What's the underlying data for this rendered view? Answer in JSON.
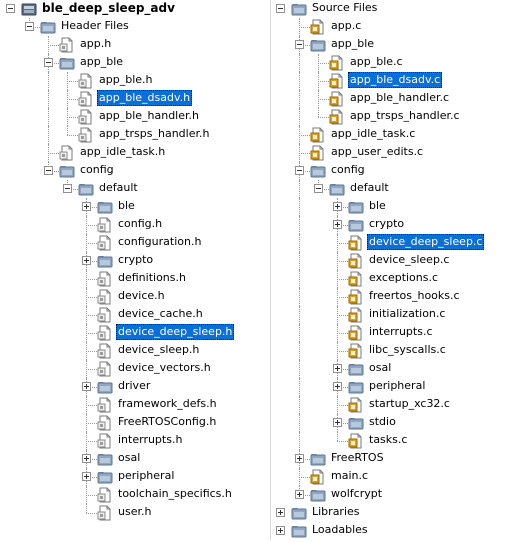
{
  "left_tree": [
    {
      "label": "ble_deep_sleep_adv",
      "icon": "project",
      "depth": 0,
      "expander": "minus",
      "bold": true
    },
    {
      "label": "Header Files",
      "icon": "folder",
      "depth": 1,
      "expander": "minus"
    },
    {
      "label": "app.h",
      "icon": "file-h",
      "depth": 2
    },
    {
      "label": "app_ble",
      "icon": "folder",
      "depth": 2,
      "expander": "minus"
    },
    {
      "label": "app_ble.h",
      "icon": "file-h",
      "depth": 3
    },
    {
      "label": "app_ble_dsadv.h",
      "icon": "file-h",
      "depth": 3,
      "selected": true
    },
    {
      "label": "app_ble_handler.h",
      "icon": "file-h",
      "depth": 3
    },
    {
      "label": "app_trsps_handler.h",
      "icon": "file-h",
      "depth": 3
    },
    {
      "label": "app_idle_task.h",
      "icon": "file-h",
      "depth": 2
    },
    {
      "label": "config",
      "icon": "folder",
      "depth": 2,
      "expander": "minus"
    },
    {
      "label": "default",
      "icon": "folder",
      "depth": 3,
      "expander": "minus"
    },
    {
      "label": "ble",
      "icon": "folder",
      "depth": 4,
      "expander": "plus"
    },
    {
      "label": "config.h",
      "icon": "file-h",
      "depth": 4
    },
    {
      "label": "configuration.h",
      "icon": "file-h",
      "depth": 4
    },
    {
      "label": "crypto",
      "icon": "folder",
      "depth": 4,
      "expander": "plus"
    },
    {
      "label": "definitions.h",
      "icon": "file-h",
      "depth": 4
    },
    {
      "label": "device.h",
      "icon": "file-h",
      "depth": 4
    },
    {
      "label": "device_cache.h",
      "icon": "file-h",
      "depth": 4
    },
    {
      "label": "device_deep_sleep.h",
      "icon": "file-h",
      "depth": 4,
      "selected": true
    },
    {
      "label": "device_sleep.h",
      "icon": "file-h",
      "depth": 4
    },
    {
      "label": "device_vectors.h",
      "icon": "file-h",
      "depth": 4
    },
    {
      "label": "driver",
      "icon": "folder",
      "depth": 4,
      "expander": "plus"
    },
    {
      "label": "framework_defs.h",
      "icon": "file-h",
      "depth": 4
    },
    {
      "label": "FreeRTOSConfig.h",
      "icon": "file-h",
      "depth": 4
    },
    {
      "label": "interrupts.h",
      "icon": "file-h",
      "depth": 4
    },
    {
      "label": "osal",
      "icon": "folder",
      "depth": 4,
      "expander": "plus"
    },
    {
      "label": "peripheral",
      "icon": "folder",
      "depth": 4,
      "expander": "plus"
    },
    {
      "label": "toolchain_specifics.h",
      "icon": "file-h",
      "depth": 4
    },
    {
      "label": "user.h",
      "icon": "file-h",
      "depth": 4
    }
  ],
  "right_tree": [
    {
      "label": "Source Files",
      "icon": "folder",
      "depth": 0,
      "expander": "minus"
    },
    {
      "label": "app.c",
      "icon": "file-c",
      "depth": 1
    },
    {
      "label": "app_ble",
      "icon": "folder",
      "depth": 1,
      "expander": "minus"
    },
    {
      "label": "app_ble.c",
      "icon": "file-c",
      "depth": 2
    },
    {
      "label": "app_ble_dsadv.c",
      "icon": "file-c",
      "depth": 2,
      "selected": true
    },
    {
      "label": "app_ble_handler.c",
      "icon": "file-c",
      "depth": 2
    },
    {
      "label": "app_trsps_handler.c",
      "icon": "file-c",
      "depth": 2
    },
    {
      "label": "app_idle_task.c",
      "icon": "file-c",
      "depth": 1
    },
    {
      "label": "app_user_edits.c",
      "icon": "file-c",
      "depth": 1
    },
    {
      "label": "config",
      "icon": "folder",
      "depth": 1,
      "expander": "minus"
    },
    {
      "label": "default",
      "icon": "folder",
      "depth": 2,
      "expander": "minus"
    },
    {
      "label": "ble",
      "icon": "folder",
      "depth": 3,
      "expander": "plus"
    },
    {
      "label": "crypto",
      "icon": "folder",
      "depth": 3,
      "expander": "plus"
    },
    {
      "label": "device_deep_sleep.c",
      "icon": "file-c",
      "depth": 3,
      "selected": true
    },
    {
      "label": "device_sleep.c",
      "icon": "file-c",
      "depth": 3
    },
    {
      "label": "exceptions.c",
      "icon": "file-c",
      "depth": 3
    },
    {
      "label": "freertos_hooks.c",
      "icon": "file-c",
      "depth": 3
    },
    {
      "label": "initialization.c",
      "icon": "file-c",
      "depth": 3
    },
    {
      "label": "interrupts.c",
      "icon": "file-c",
      "depth": 3
    },
    {
      "label": "libc_syscalls.c",
      "icon": "file-c",
      "depth": 3
    },
    {
      "label": "osal",
      "icon": "folder",
      "depth": 3,
      "expander": "plus"
    },
    {
      "label": "peripheral",
      "icon": "folder",
      "depth": 3,
      "expander": "plus"
    },
    {
      "label": "startup_xc32.c",
      "icon": "file-c",
      "depth": 3
    },
    {
      "label": "stdio",
      "icon": "folder",
      "depth": 3,
      "expander": "plus"
    },
    {
      "label": "tasks.c",
      "icon": "file-c",
      "depth": 3
    },
    {
      "label": "FreeRTOS",
      "icon": "folder",
      "depth": 1,
      "expander": "plus"
    },
    {
      "label": "main.c",
      "icon": "file-c",
      "depth": 1
    },
    {
      "label": "wolfcrypt",
      "icon": "folder",
      "depth": 1,
      "expander": "plus"
    },
    {
      "label": "Libraries",
      "icon": "folder",
      "depth": 0,
      "expander": "plus"
    },
    {
      "label": "Loadables",
      "icon": "folder",
      "depth": 0,
      "expander": "plus"
    }
  ],
  "colors": {
    "selection": "#0a6fd8",
    "folder": "#7f97b1",
    "c_badge": "#e0a21c"
  }
}
